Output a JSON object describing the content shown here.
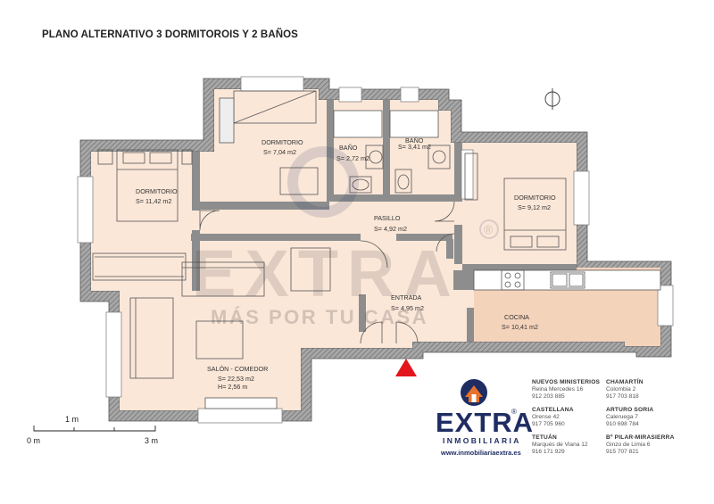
{
  "plan": {
    "title": "PLANO ALTERNATIVO 3 DORMITOROIS Y 2 BAÑOS",
    "rooms": {
      "dormitorio_1": {
        "name": "DORMITORIO",
        "area": "S= 11,42 m2"
      },
      "dormitorio_2": {
        "name": "DORMITORIO",
        "area": "S= 7,04 m2"
      },
      "bano_1": {
        "name": "BAÑO",
        "area": "S= 2,72 m2"
      },
      "bano_2": {
        "name": "BAÑO",
        "area": "S= 3,41 m2"
      },
      "dormitorio_3": {
        "name": "DORMITORIO",
        "area": "S= 9,12 m2"
      },
      "pasillo": {
        "name": "PASILLO",
        "area": "S= 4,92 m2"
      },
      "entrada": {
        "name": "ENTRADA",
        "area": "S= 4,95 m2"
      },
      "cocina": {
        "name": "COCINA",
        "area": "S= 10,41 m2"
      },
      "salon": {
        "name": "SALÓN - COMEDOR",
        "area": "S= 22,53 m2",
        "height": "H= 2,56 m"
      }
    },
    "scale": {
      "one": "1 m",
      "zero": "0 m",
      "three": "3 m"
    },
    "north_marker": "north-marker-icon",
    "entry_marker_color": "#e3141b"
  },
  "brand": {
    "name": "EXTRA",
    "registered": "®",
    "subtitle": "INMOBILIARIA",
    "url": "www.inmobiliariaextra.es",
    "logo_color": "#e8722a",
    "text_color": "#1f2d63"
  },
  "watermark": {
    "main": "EXTRA",
    "sub": "MÁS POR TU CASA",
    "registered": "®"
  },
  "offices": [
    {
      "name": "NUEVOS MINISTERIOS",
      "address": "Reina Mercedes 16",
      "phone": "912 203 885"
    },
    {
      "name": "CHAMARTÍN",
      "address": "Colombia 2",
      "phone": "917 703 818"
    },
    {
      "name": "CASTELLANA",
      "address": "Orense 42",
      "phone": "917 705 960"
    },
    {
      "name": "ARTURO SORIA",
      "address": "Caleruega 7",
      "phone": "910 698 784"
    },
    {
      "name": "TETUÁN",
      "address": "Marqués de Viana 12",
      "phone": "916 171 929"
    },
    {
      "name": "Bº PILAR-MIRASIERRA",
      "address": "Ginzo de Limia 6",
      "phone": "915 707 821"
    }
  ],
  "colors": {
    "floor": "#fbe7d8",
    "kitchen": "#f4d3bb",
    "wall": "#8d8d8d",
    "line": "#555555"
  }
}
